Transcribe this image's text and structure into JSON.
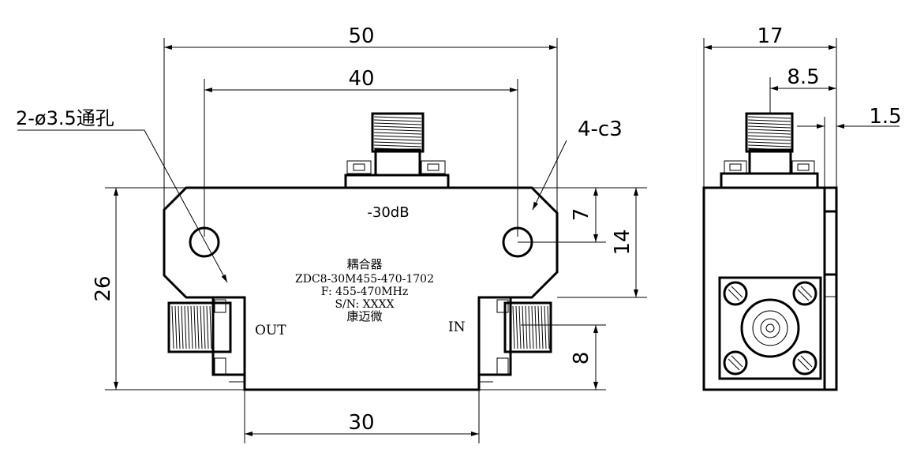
{
  "dimensions": {
    "d50": "50",
    "d40": "40",
    "d30": "30",
    "d26": "26",
    "d14": "14",
    "d7": "7",
    "d8": "8",
    "d17": "17",
    "d8_5": "8.5",
    "d1_5": "1.5"
  },
  "callouts": {
    "holes": "2-ø3.5通孔",
    "chamfer": "4-c3"
  },
  "body_text": {
    "coupling": "-30dB",
    "name": "耦合器",
    "model": "ZDC8-30M455-470-1702",
    "freq": "F: 455-470MHz",
    "serial": "S/N: XXXX",
    "maker": "康迈微"
  },
  "ports": {
    "out": "OUT",
    "in": "IN"
  }
}
